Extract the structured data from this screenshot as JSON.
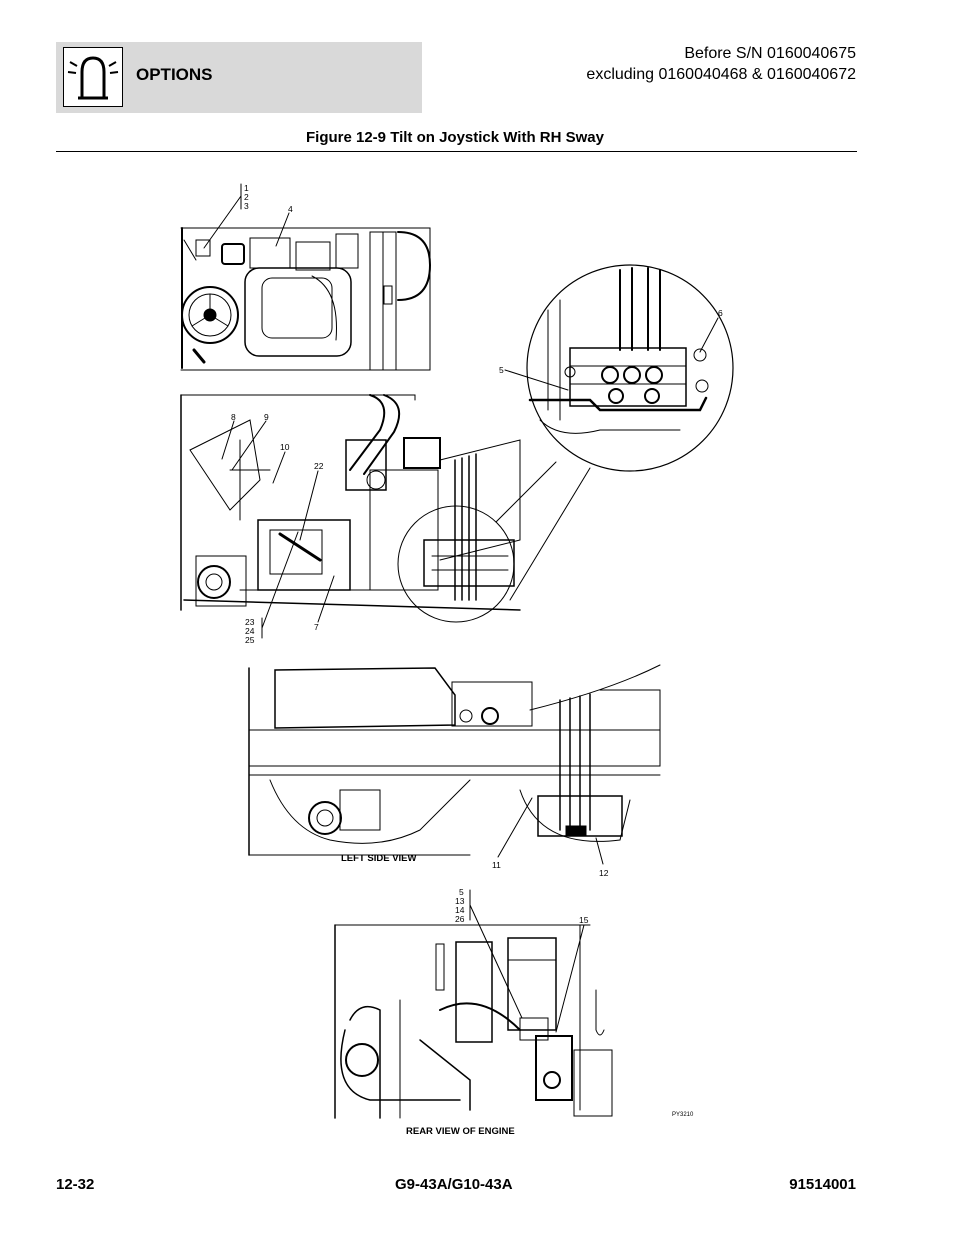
{
  "header": {
    "section_title": "OPTIONS",
    "serial_line1": "Before S/N 0160040675",
    "serial_line2": "excluding 0160040468 & 0160040672"
  },
  "figure": {
    "title": "Figure 12-9 Tilt on Joystick With RH Sway",
    "callouts": {
      "c123": [
        "1",
        "2",
        "3"
      ],
      "c4": "4",
      "c5": "5",
      "c6": "6",
      "c7": "7",
      "c8": "8",
      "c9": "9",
      "c10": "10",
      "c11": "11",
      "c12": "12",
      "c15": "15",
      "c22": "22",
      "c232425": [
        "23",
        "24",
        "25"
      ],
      "c5131426": [
        "5",
        "13",
        "14",
        "26"
      ]
    },
    "labels": {
      "left_side_view": "LEFT SIDE VIEW",
      "rear_view": "REAR VIEW OF ENGINE",
      "drawing_id": "PY3210"
    }
  },
  "footer": {
    "page_number": "12-32",
    "model": "G9-43A/G10-43A",
    "doc_number": "91514001"
  },
  "icons": {
    "header": "lamp-warning-icon"
  }
}
